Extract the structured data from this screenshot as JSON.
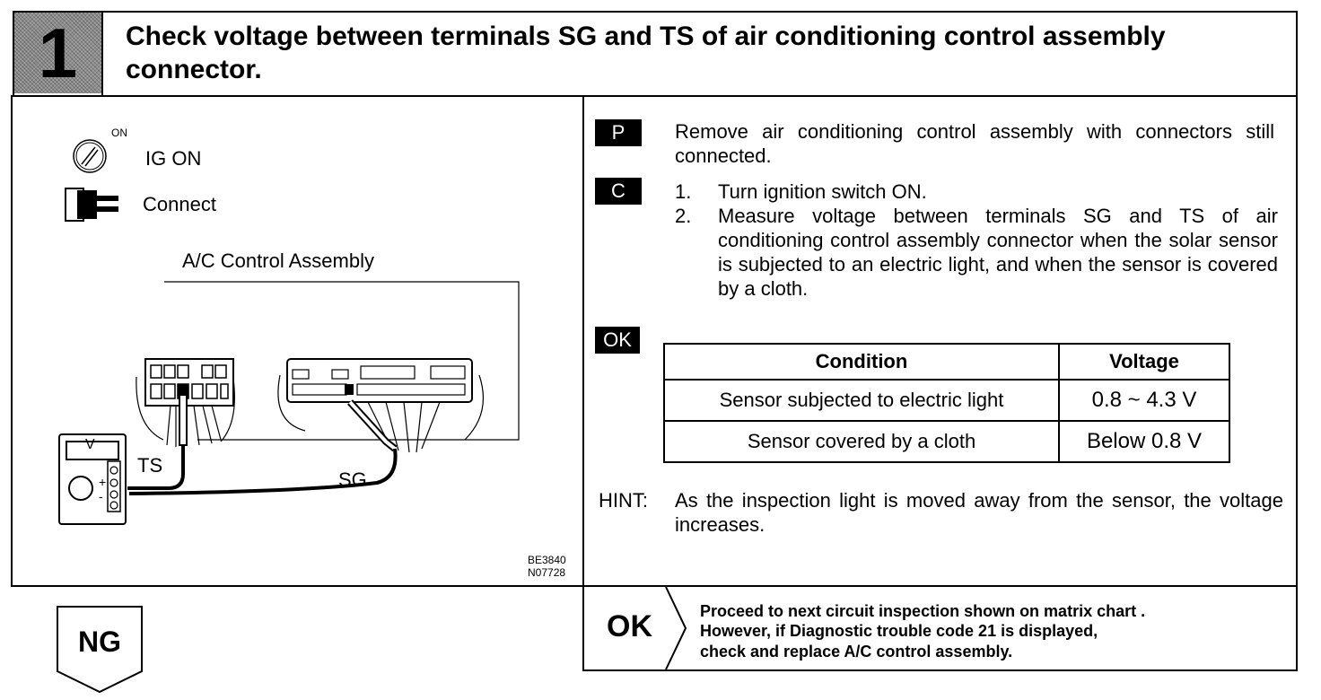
{
  "header": {
    "step_number": "1",
    "title": "Check voltage between terminals SG and TS of air conditioning control assembly connector."
  },
  "diagram": {
    "ig_on_label": "IG ON",
    "ig_on_marker": "ON",
    "connect_label": "Connect",
    "assembly_label": "A/C Control Assembly",
    "meter_label": "V",
    "ts_label": "TS",
    "sg_label": "SG",
    "ref_code_1": "BE3840",
    "ref_code_2": "N07728"
  },
  "instructions": {
    "p_tag": "P",
    "p_text": "Remove air conditioning control assembly with connectors still connected.",
    "c_tag": "C",
    "c_steps": [
      {
        "num": "1.",
        "text": "Turn ignition switch ON."
      },
      {
        "num": "2.",
        "text": "Measure voltage between terminals SG and TS of air conditioning control assembly connector when the solar sensor is subjected to an electric light, and when the sensor is covered by a cloth."
      }
    ],
    "ok_tag": "OK"
  },
  "spec_table": {
    "headers": [
      "Condition",
      "Voltage"
    ],
    "rows": [
      [
        "Sensor subjected to electric light",
        "0.8 ~ 4.3 V"
      ],
      [
        "Sensor covered by a cloth",
        "Below 0.8 V"
      ]
    ]
  },
  "hint": {
    "label": "HINT:",
    "text": "As the inspection light is moved away from the sensor, the voltage increases."
  },
  "result": {
    "ng_label": "NG",
    "ok_label": "OK",
    "ok_text_lines": [
      "Proceed to next circuit inspection shown on matrix chart .",
      "However, if Diagnostic trouble code 21 is displayed,",
      "check and replace A/C control assembly."
    ]
  }
}
